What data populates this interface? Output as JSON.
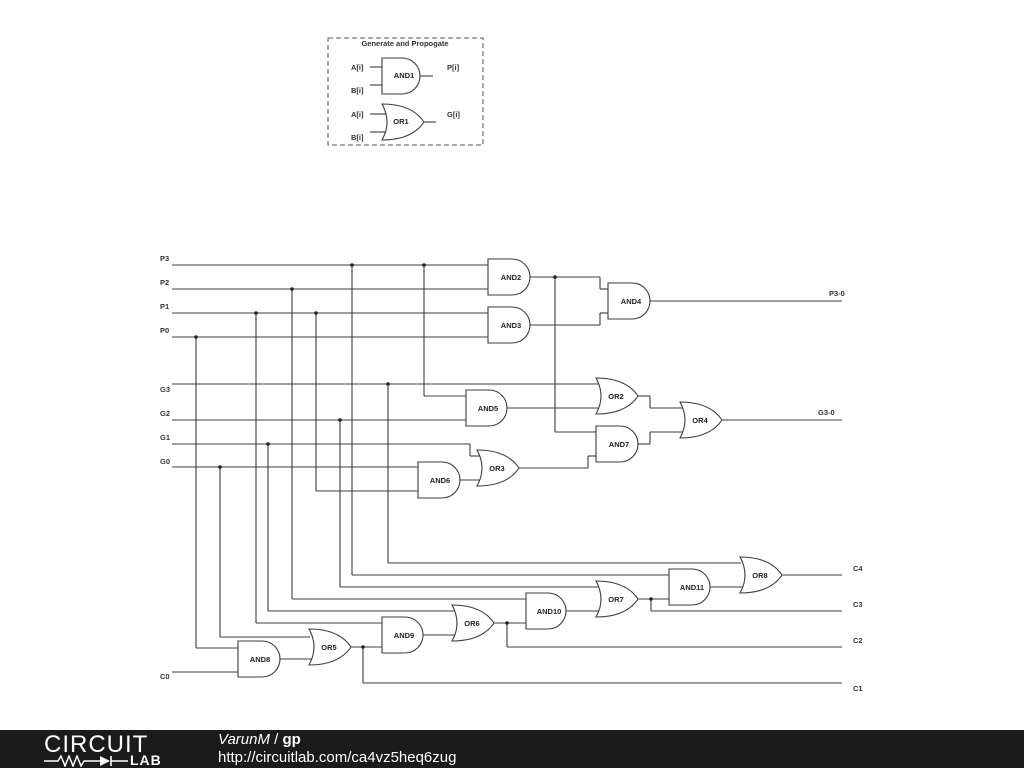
{
  "legend": {
    "title": "Generate and Propogate",
    "and_gate": {
      "name": "AND1",
      "in_a": "A[i]",
      "in_b": "B[i]",
      "out": "P[i]"
    },
    "or_gate": {
      "name": "OR1",
      "in_a": "A[i]",
      "in_b": "B[i]",
      "out": "G[i]"
    }
  },
  "inputs": [
    "P3",
    "P2",
    "P1",
    "P0",
    "G3",
    "G2",
    "G1",
    "G0",
    "C0"
  ],
  "outputs": [
    "P3-0",
    "G3-0",
    "C4",
    "C3",
    "C2",
    "C1"
  ],
  "gates": [
    "AND2",
    "AND3",
    "AND4",
    "AND5",
    "OR2",
    "OR4",
    "AND7",
    "OR3",
    "AND6",
    "OR8",
    "AND11",
    "OR7",
    "AND10",
    "OR6",
    "AND9",
    "OR5",
    "AND8"
  ],
  "footer": {
    "logo_top": "CIRCUIT",
    "logo_bottom": "LAB",
    "author": "VarunM",
    "separator": " / ",
    "circuit_name": "gp",
    "url": "http://circuitlab.com/ca4vz5heq6zug"
  }
}
